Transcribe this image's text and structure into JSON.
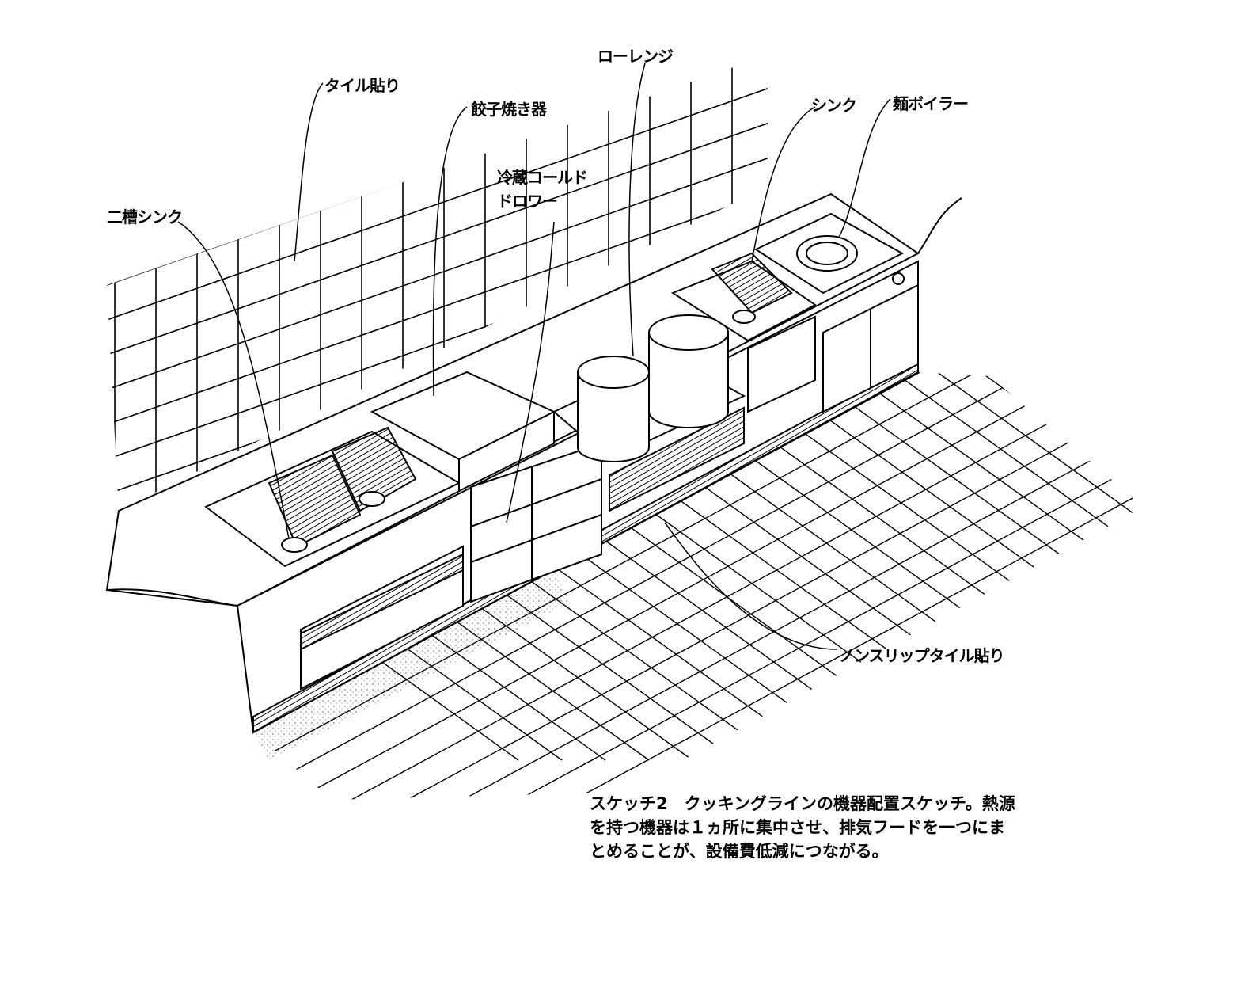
{
  "labels": {
    "tile_wall": "タイル貼り",
    "gyoza_griddle": "餃子焼き器",
    "low_range": "ローレンジ",
    "sink": "シンク",
    "noodle_boiler": "麺ボイラー",
    "cold_drawer_line1": "冷蔵コールド",
    "cold_drawer_line2": "ドロワー",
    "double_sink": "二槽シンク",
    "nonslip_tile": "ノンスリップタイル貼り"
  },
  "caption": {
    "line1": "スケッチ2　クッキングラインの機器配置スケッチ。熱源",
    "line2": "を持つ機器は１ヵ所に集中させ、排気フードを一つにま",
    "line3": "とめることが、設備費低減につながる。"
  }
}
